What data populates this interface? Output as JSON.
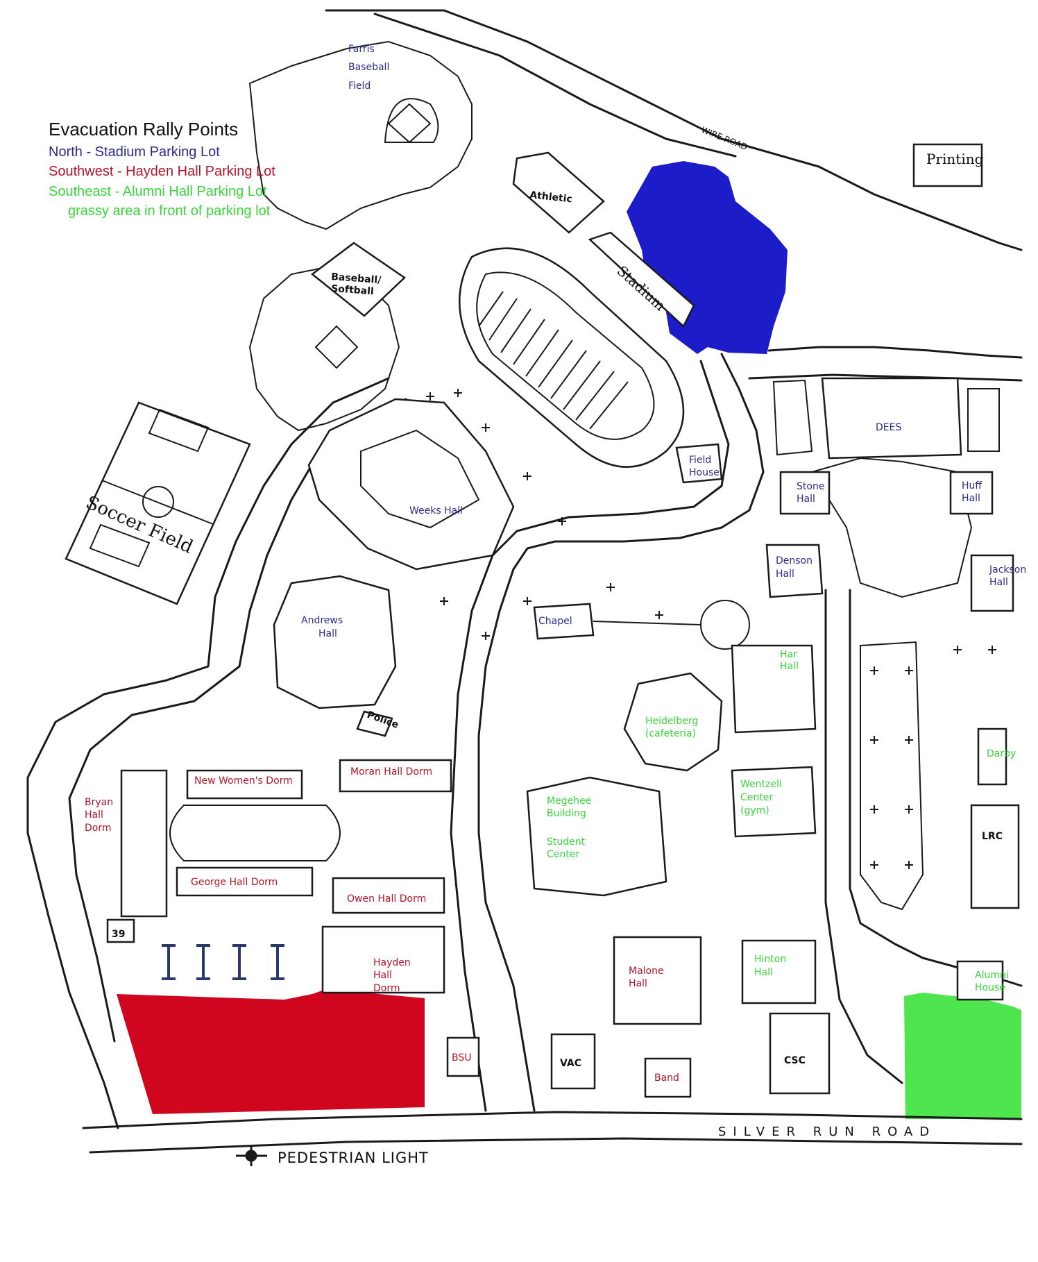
{
  "legend": {
    "title": "Evacuation Rally Points",
    "north": "North - Stadium Parking Lot",
    "southwest": "Southwest - Hayden Hall Parking Lot",
    "southeast": "Southeast - Alumni Hall Parking Lot",
    "southeast_note": "grassy area in front of parking lot"
  },
  "colors": {
    "north_zone": "#1c1cc8",
    "southwest_zone": "#d0061f",
    "southeast_zone": "#4fe54f",
    "blue_label": "#2b2b8c",
    "red_label": "#b3162a",
    "green_label": "#3cd43c"
  },
  "roads": {
    "wire_road": "WIRE ROAD",
    "silver_run_road": "SILVER RUN ROAD"
  },
  "key": {
    "pedestrian_light": "PEDESTRIAN LIGHT",
    "icon": "pedestrian-light-icon"
  },
  "buildings": {
    "farris_1": "Farris",
    "farris_2": "Baseball",
    "farris_3": "Field",
    "printing": "Printing",
    "athletic": "Athletic",
    "baseball_softball_1": "Baseball/",
    "baseball_softball_2": "Softball",
    "stadium": "Stadium",
    "soccer_field": "Soccer Field",
    "dees": "DEES",
    "field_house_1": "Field",
    "field_house_2": "House",
    "weeks_hall": "Weeks Hall",
    "stone_hall_1": "Stone",
    "stone_hall_2": "Hall",
    "huff_hall_1": "Huff",
    "huff_hall_2": "Hall",
    "denson_hall_1": "Denson",
    "denson_hall_2": "Hall",
    "jackson_hall_1": "Jackson",
    "jackson_hall_2": "Hall",
    "andrews_hall_1": "Andrews",
    "andrews_hall_2": "Hall",
    "chapel": "Chapel",
    "har_1": "Har",
    "har_2": "Hall",
    "police": "Police",
    "heidelberg_1": "Heidelberg",
    "heidelberg_2": "(cafeteria)",
    "darby": "Darby",
    "new_womens_dorm": "New Women's Dorm",
    "moran_hall_dorm": "Moran Hall Dorm",
    "bryan_1": "Bryan",
    "bryan_2": "Hall",
    "bryan_3": "Dorm",
    "megehee_1": "Megehee",
    "megehee_2": "Building",
    "wentzell_1": "Wentzell",
    "wentzell_2": "Center",
    "wentzell_3": "(gym)",
    "lrc": "LRC",
    "student_center_1": "Student",
    "student_center_2": "Center",
    "george_hall_dorm": "George Hall Dorm",
    "owen_hall_dorm": "Owen Hall Dorm",
    "lot_39": "39",
    "hayden_1": "Hayden",
    "hayden_2": "Hall",
    "hayden_3": "Dorm",
    "malone_1": "Malone",
    "malone_2": "Hall",
    "hinton_1": "Hinton",
    "hinton_2": "Hall",
    "alumni_1": "Alumni",
    "alumni_2": "House",
    "bsu": "BSU",
    "vac": "VAC",
    "band": "Band",
    "csc": "CSC"
  }
}
